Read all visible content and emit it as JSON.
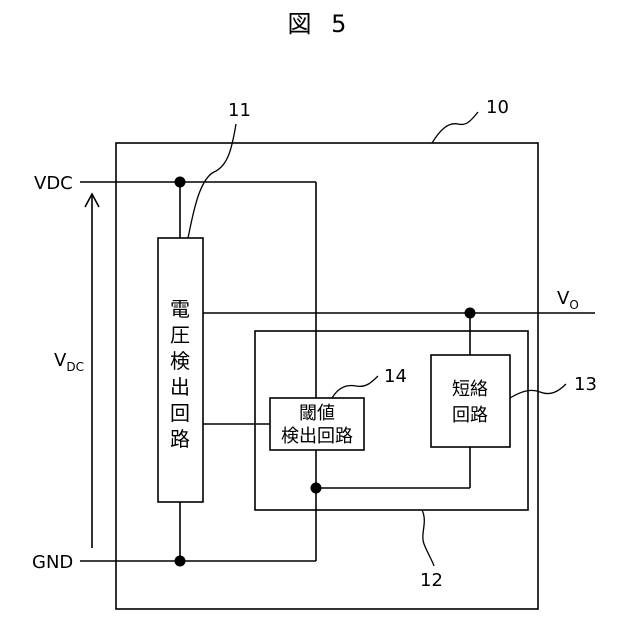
{
  "figure_title": "図 5",
  "labels": {
    "vdc_terminal": "VDC",
    "gnd_terminal": "GND",
    "vdc_voltage_main": "V",
    "vdc_voltage_sub": "DC",
    "vo_main": "V",
    "vo_sub": "O"
  },
  "blocks": {
    "voltage_detection": [
      "電",
      "圧",
      "検",
      "出",
      "回",
      "路"
    ],
    "threshold_detection": [
      "閾値",
      "検出回路"
    ],
    "short_circuit": [
      "短絡",
      "回路"
    ]
  },
  "reference_numerals": {
    "device": "10",
    "voltage_detection": "11",
    "module": "12",
    "short_circuit": "13",
    "threshold_detection": "14"
  }
}
